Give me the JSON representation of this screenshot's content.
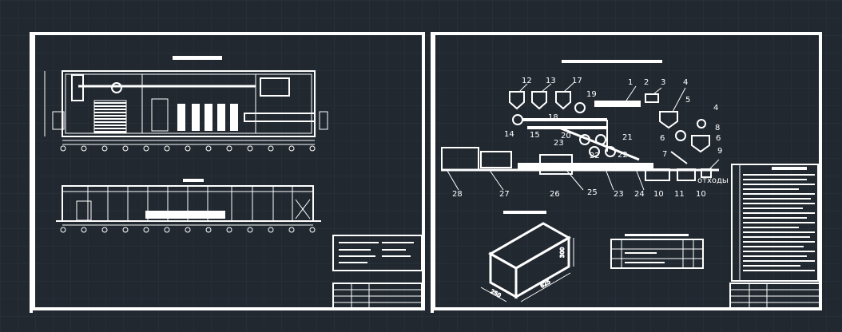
{
  "viewport": {
    "background": "#212830",
    "grid_color": "#2a333d",
    "line_color": "#ffffff"
  },
  "sheet_right": {
    "part_callouts": [
      "1",
      "2",
      "3",
      "4",
      "4",
      "5",
      "6",
      "6",
      "7",
      "8",
      "9",
      "10",
      "10",
      "11",
      "12",
      "13",
      "14",
      "15",
      "17",
      "18",
      "19",
      "20",
      "21",
      "22",
      "22",
      "23",
      "23",
      "24",
      "25",
      "26",
      "27",
      "28"
    ],
    "waste_label": "отходы"
  },
  "block_dims": [
    "300",
    "250",
    "625"
  ]
}
